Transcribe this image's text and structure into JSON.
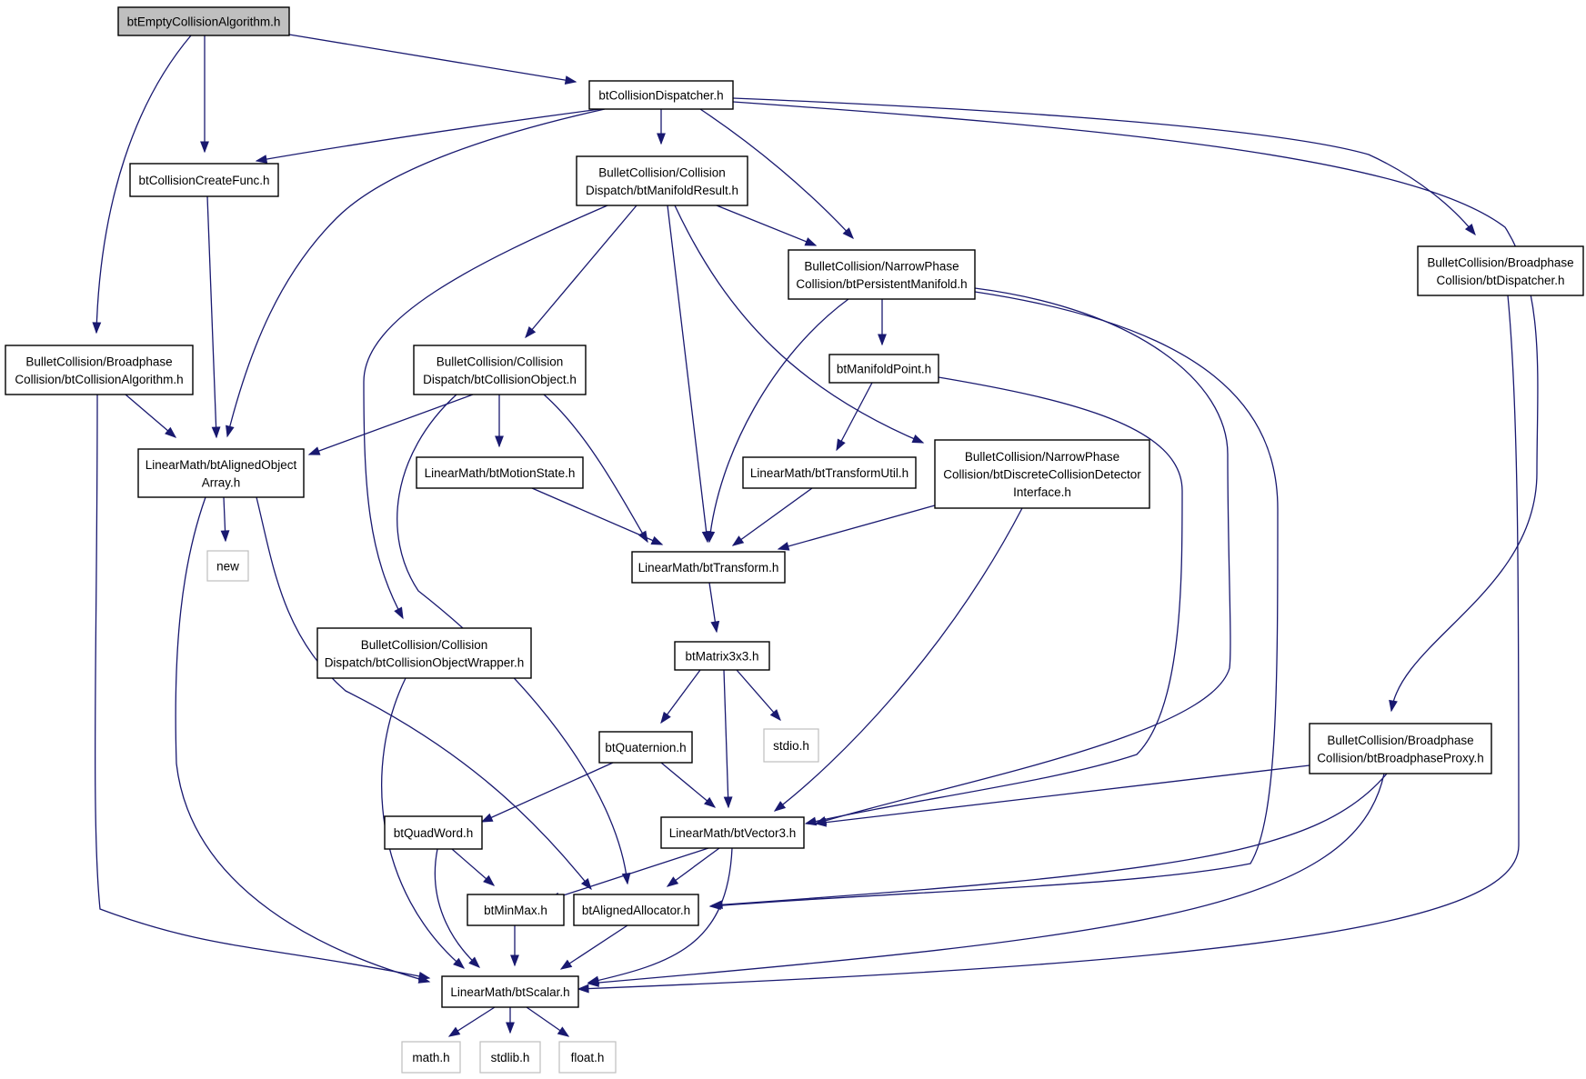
{
  "diagram": {
    "colors": {
      "edge": "#191970",
      "root_fill": "#bfbfbf",
      "node_border": "#000000",
      "external_border": "#bfbfbf",
      "background": "#ffffff"
    },
    "nodes": [
      {
        "id": "root",
        "lines": [
          "btEmptyCollisionAlgorithm.h"
        ],
        "kind": "root"
      },
      {
        "id": "dispatcher",
        "lines": [
          "btCollisionDispatcher.h"
        ],
        "kind": "header"
      },
      {
        "id": "createfunc",
        "lines": [
          "btCollisionCreateFunc.h"
        ],
        "kind": "header"
      },
      {
        "id": "manifoldresult",
        "lines": [
          "BulletCollision/Collision",
          "Dispatch/btManifoldResult.h"
        ],
        "kind": "header"
      },
      {
        "id": "persistent",
        "lines": [
          "BulletCollision/NarrowPhase",
          "Collision/btPersistentManifold.h"
        ],
        "kind": "header"
      },
      {
        "id": "bpdispatcher",
        "lines": [
          "BulletCollision/Broadphase",
          "Collision/btDispatcher.h"
        ],
        "kind": "header"
      },
      {
        "id": "collalgo",
        "lines": [
          "BulletCollision/Broadphase",
          "Collision/btCollisionAlgorithm.h"
        ],
        "kind": "header"
      },
      {
        "id": "collobject",
        "lines": [
          "BulletCollision/Collision",
          "Dispatch/btCollisionObject.h"
        ],
        "kind": "header"
      },
      {
        "id": "manifoldpoint",
        "lines": [
          "btManifoldPoint.h"
        ],
        "kind": "header"
      },
      {
        "id": "alignedarray",
        "lines": [
          "LinearMath/btAlignedObject",
          "Array.h"
        ],
        "kind": "header"
      },
      {
        "id": "motionstate",
        "lines": [
          "LinearMath/btMotionState.h"
        ],
        "kind": "header"
      },
      {
        "id": "transformutil",
        "lines": [
          "LinearMath/btTransformUtil.h"
        ],
        "kind": "header"
      },
      {
        "id": "discrete",
        "lines": [
          "BulletCollision/NarrowPhase",
          "Collision/btDiscreteCollisionDetector",
          "Interface.h"
        ],
        "kind": "header"
      },
      {
        "id": "new",
        "lines": [
          "new"
        ],
        "kind": "external"
      },
      {
        "id": "transform",
        "lines": [
          "LinearMath/btTransform.h"
        ],
        "kind": "header"
      },
      {
        "id": "wrapper",
        "lines": [
          "BulletCollision/Collision",
          "Dispatch/btCollisionObjectWrapper.h"
        ],
        "kind": "header"
      },
      {
        "id": "matrix",
        "lines": [
          "btMatrix3x3.h"
        ],
        "kind": "header"
      },
      {
        "id": "quaternion",
        "lines": [
          "btQuaternion.h"
        ],
        "kind": "header"
      },
      {
        "id": "stdio",
        "lines": [
          "stdio.h"
        ],
        "kind": "external"
      },
      {
        "id": "bpproxy",
        "lines": [
          "BulletCollision/Broadphase",
          "Collision/btBroadphaseProxy.h"
        ],
        "kind": "header"
      },
      {
        "id": "quadword",
        "lines": [
          "btQuadWord.h"
        ],
        "kind": "header"
      },
      {
        "id": "vector3",
        "lines": [
          "LinearMath/btVector3.h"
        ],
        "kind": "header"
      },
      {
        "id": "minmax",
        "lines": [
          "btMinMax.h"
        ],
        "kind": "header"
      },
      {
        "id": "allocator",
        "lines": [
          "btAlignedAllocator.h"
        ],
        "kind": "header"
      },
      {
        "id": "scalar",
        "lines": [
          "LinearMath/btScalar.h"
        ],
        "kind": "header"
      },
      {
        "id": "math",
        "lines": [
          "math.h"
        ],
        "kind": "external"
      },
      {
        "id": "stdlib",
        "lines": [
          "stdlib.h"
        ],
        "kind": "external"
      },
      {
        "id": "float",
        "lines": [
          "float.h"
        ],
        "kind": "external"
      }
    ],
    "edges": [
      {
        "from": "root",
        "to": "dispatcher"
      },
      {
        "from": "root",
        "to": "createfunc"
      },
      {
        "from": "root",
        "to": "collalgo"
      },
      {
        "from": "dispatcher",
        "to": "createfunc"
      },
      {
        "from": "dispatcher",
        "to": "manifoldresult"
      },
      {
        "from": "dispatcher",
        "to": "persistent"
      },
      {
        "from": "dispatcher",
        "to": "bpdispatcher"
      },
      {
        "from": "dispatcher",
        "to": "alignedarray"
      },
      {
        "from": "dispatcher",
        "to": "bpproxy"
      },
      {
        "from": "createfunc",
        "to": "alignedarray"
      },
      {
        "from": "manifoldresult",
        "to": "persistent"
      },
      {
        "from": "manifoldresult",
        "to": "collobject"
      },
      {
        "from": "manifoldresult",
        "to": "transform"
      },
      {
        "from": "manifoldresult",
        "to": "discrete"
      },
      {
        "from": "manifoldresult",
        "to": "wrapper"
      },
      {
        "from": "persistent",
        "to": "manifoldpoint"
      },
      {
        "from": "persistent",
        "to": "transform"
      },
      {
        "from": "persistent",
        "to": "vector3"
      },
      {
        "from": "persistent",
        "to": "allocator"
      },
      {
        "from": "bpdispatcher",
        "to": "scalar"
      },
      {
        "from": "collalgo",
        "to": "alignedarray"
      },
      {
        "from": "collalgo",
        "to": "scalar"
      },
      {
        "from": "collobject",
        "to": "alignedarray"
      },
      {
        "from": "collobject",
        "to": "motionstate"
      },
      {
        "from": "collobject",
        "to": "transform"
      },
      {
        "from": "collobject",
        "to": "allocator"
      },
      {
        "from": "manifoldpoint",
        "to": "transformutil"
      },
      {
        "from": "manifoldpoint",
        "to": "vector3"
      },
      {
        "from": "alignedarray",
        "to": "new"
      },
      {
        "from": "alignedarray",
        "to": "scalar"
      },
      {
        "from": "alignedarray",
        "to": "allocator"
      },
      {
        "from": "motionstate",
        "to": "transform"
      },
      {
        "from": "transformutil",
        "to": "transform"
      },
      {
        "from": "discrete",
        "to": "transform"
      },
      {
        "from": "discrete",
        "to": "vector3"
      },
      {
        "from": "transform",
        "to": "matrix"
      },
      {
        "from": "wrapper",
        "to": "scalar"
      },
      {
        "from": "matrix",
        "to": "quaternion"
      },
      {
        "from": "matrix",
        "to": "vector3"
      },
      {
        "from": "matrix",
        "to": "stdio"
      },
      {
        "from": "quaternion",
        "to": "quadword"
      },
      {
        "from": "quaternion",
        "to": "vector3"
      },
      {
        "from": "bpproxy",
        "to": "vector3"
      },
      {
        "from": "bpproxy",
        "to": "allocator"
      },
      {
        "from": "bpproxy",
        "to": "scalar"
      },
      {
        "from": "quadword",
        "to": "minmax"
      },
      {
        "from": "quadword",
        "to": "scalar"
      },
      {
        "from": "vector3",
        "to": "minmax"
      },
      {
        "from": "vector3",
        "to": "allocator"
      },
      {
        "from": "vector3",
        "to": "scalar"
      },
      {
        "from": "minmax",
        "to": "scalar"
      },
      {
        "from": "allocator",
        "to": "scalar"
      },
      {
        "from": "scalar",
        "to": "math"
      },
      {
        "from": "scalar",
        "to": "stdlib"
      },
      {
        "from": "scalar",
        "to": "float"
      }
    ]
  }
}
